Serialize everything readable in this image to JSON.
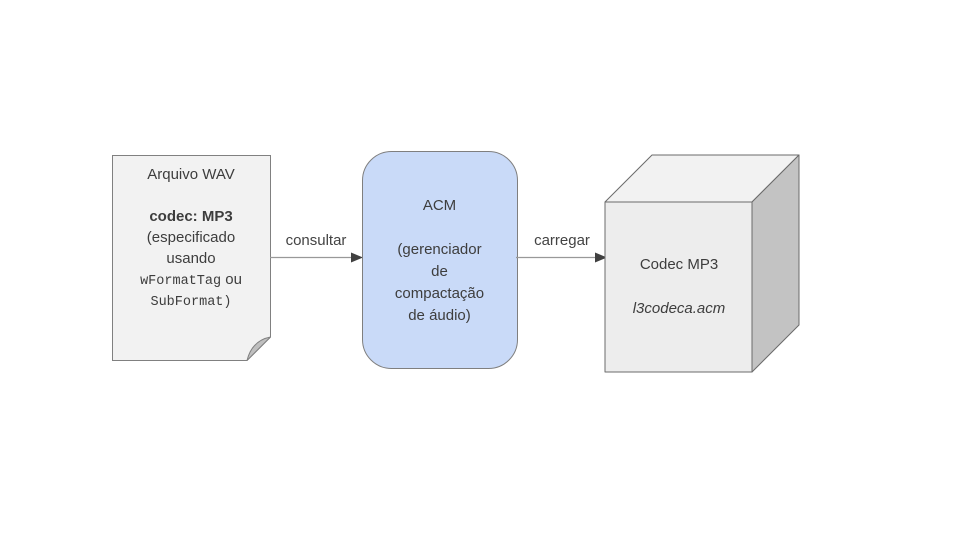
{
  "diagram": {
    "wav_file": {
      "title": "Arquivo WAV",
      "codec_label": "codec: MP3",
      "spec_line1": "(especificado",
      "spec_line2": "usando",
      "spec_mono1": "wFormatTag",
      "spec_regular": " ou",
      "spec_mono2": "SubFormat)",
      "fill": "#f2f2f2",
      "fold_fill": "#bfbfbf",
      "border": "#808080"
    },
    "acm": {
      "title": "ACM",
      "desc_line1": "(gerenciador",
      "desc_line2": "de",
      "desc_line3": "compactação",
      "desc_line4": "de áudio)",
      "fill": "#c9daf8",
      "border": "#7f7f7f"
    },
    "codec_box": {
      "title": "Codec MP3",
      "filename": "l3codeca.acm",
      "front_fill": "#ededed",
      "top_fill": "#f2f2f2",
      "side_fill": "#c3c3c3",
      "border": "#6b6b6b"
    },
    "arrows": {
      "consultar_label": "consultar",
      "carregar_label": "carregar",
      "line_color": "#999999",
      "head_color": "#404040"
    }
  }
}
